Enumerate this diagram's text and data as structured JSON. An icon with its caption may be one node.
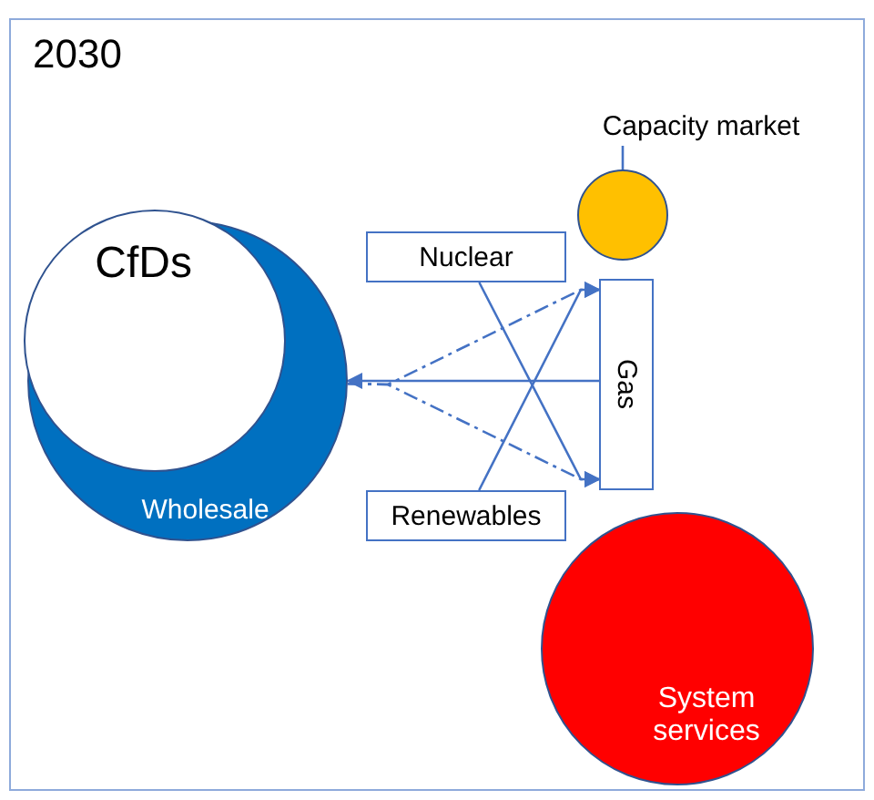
{
  "diagram": {
    "nodes": [
      {
        "text": [
          "2030"
        ]
      },
      {
        "text": [
          "Wholesale"
        ],
        "in": 0
      },
      {
        "text": [
          "CfDs"
        ],
        "in": 1
      },
      {
        "text": [
          "Nuclear"
        ],
        "in": 0
      },
      {
        "text": [
          "Renewables"
        ],
        "in": 0
      },
      {
        "text": [
          "Gas"
        ],
        "in": 0
      },
      {
        "text": [
          "Capacity market"
        ],
        "in": 0
      },
      {
        "text": [],
        "shape": "circle",
        "in": 0
      },
      {
        "text": [
          "System services"
        ],
        "in": 0
      }
    ],
    "edges": [
      {
        "from": 5,
        "to": 1,
        "arrow": "to"
      },
      {
        "from": 1,
        "to": 5,
        "arrow": "to",
        "style": "dashed"
      },
      {
        "from": 1,
        "to": 5,
        "arrow": "to",
        "style": "dashed"
      },
      {
        "from": 3,
        "to": 5,
        "arrow": "to"
      },
      {
        "from": 4,
        "to": 5,
        "arrow": "to"
      },
      {
        "from": 6,
        "to": 7,
        "arrow": "none"
      }
    ]
  }
}
